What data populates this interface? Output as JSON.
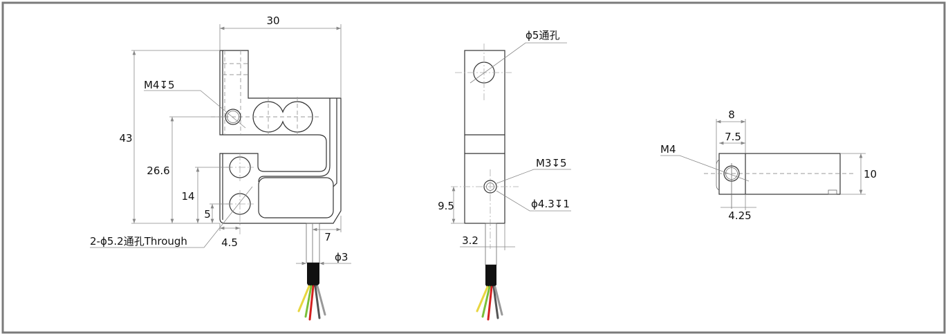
{
  "front_view": {
    "dim_width": "30",
    "dim_height": "43",
    "dim_hole_height": "26.6",
    "dim_upper_hole": "14",
    "dim_lower_hole": "5",
    "dim_hole_offset": "4.5",
    "dim_cable_offset": "7",
    "dim_cable_dia": "ϕ3",
    "label_thread": "M4↧5",
    "label_through": "2-ϕ5.2通孔Through"
  },
  "side_view": {
    "label_hole": "ϕ5通孔",
    "label_thread": "M3↧5",
    "label_counterbore": "ϕ4.3↧1",
    "dim_hole_height": "9.5",
    "dim_cable_offset": "3.2"
  },
  "end_view": {
    "dim_8": "8",
    "dim_7_5": "7.5",
    "label_thread": "M4",
    "dim_10": "10",
    "dim_4_25": "4.25"
  },
  "colors": {
    "wire_yellow": "#e8d640",
    "wire_green": "#7bbf3a",
    "wire_red": "#d42020",
    "sheath": "#111111"
  }
}
